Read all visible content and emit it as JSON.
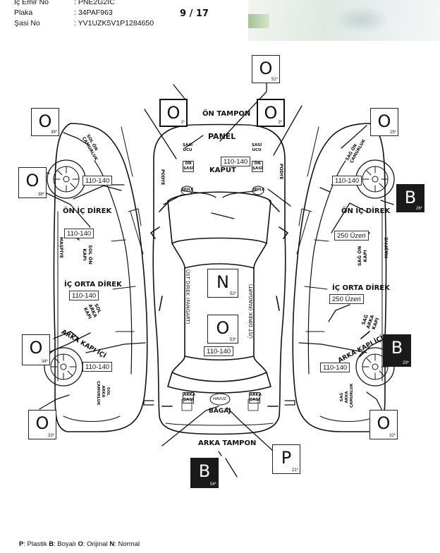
{
  "header": {
    "rows": [
      {
        "label": "İç Emir No",
        "value": ": PNE2G2IC"
      },
      {
        "label": "Plaka",
        "value": ": 34PAF963"
      },
      {
        "label": "Şasi No",
        "value": ": YV1UZK5V1P1284650"
      }
    ],
    "page_number": "9 / 17"
  },
  "panels": [
    {
      "code": "O",
      "num": "51*"
    },
    {
      "code": "O",
      "num": "1*"
    },
    {
      "code": "O",
      "num": "3*"
    },
    {
      "code": "O",
      "num": "39*"
    },
    {
      "code": "O",
      "num": "25*"
    },
    {
      "code": "O",
      "num": "38*"
    },
    {
      "code": "B",
      "num": "26*"
    },
    {
      "code": "N",
      "num": "52*"
    },
    {
      "code": "O",
      "num": "53*"
    },
    {
      "code": "O",
      "num": "34*"
    },
    {
      "code": "B",
      "num": "29*"
    },
    {
      "code": "O",
      "num": "33*"
    },
    {
      "code": "O",
      "num": "32*"
    },
    {
      "code": "P",
      "num": "21*"
    },
    {
      "code": "B",
      "num": "54*"
    }
  ],
  "values": {
    "kaput": "110-140",
    "sol_on_camurluk": "110-140",
    "sol_on_kapi": "110-140",
    "sol_arka_kapi": "110-140",
    "sol_arka_camurluk": "110-140",
    "tavan": "110-140",
    "sag_on_camurluk": "110-140",
    "sag_on_kapi": "250 Üzeri",
    "sag_arka_kapi": "250 Üzeri",
    "sag_arka_camurluk": "110-140"
  },
  "labels": {
    "on_tampon": "ÖN TAMPON",
    "panel": "PANEL",
    "kaput": "KAPUT",
    "sasi_ucu_l": "ŞASİ UCU",
    "sasi_ucu_r": "ŞASİ UCU",
    "on_sasi_l": "ÖN ŞASİ",
    "on_sasi_r": "ÖN ŞASİ",
    "podye_l": "PODYE",
    "podye_r": "PODYE",
    "hule_l": "HULE",
    "hule_r": "HULE",
    "ust_direk_l": "ÜST DİREK (FANGART)",
    "ust_direk_r": "ÜST DİREK (FANGART)",
    "havuz": "HAVUZ",
    "bagaj": "BAGAJ",
    "arka_sasi_l": "ARKA ŞASİ",
    "arka_sasi_r": "ARKA ŞASİ",
    "arka_tampon": "ARKA TAMPON",
    "sol_on_camurluk": "SOL ÖN ÇAMURLUK",
    "sol_on_ic_direk": "ÖN İÇ DİREK",
    "sol_maspiye": "MAŞPİYE",
    "sol_on_kapi": "SOL ÖN KAPI",
    "sol_ic_orta_direk": "İÇ ORTA DİREK",
    "sol_arka_kapi": "SOL ARKA KAPI",
    "sol_arka_kapi_ic": "ARKA KAPI İÇİ",
    "sol_arka_camurluk": "SOL ARKA ÇAMURLUK",
    "sag_on_camurluk": "SAĞ ÖN ÇAMURLUK",
    "sag_on_ic_direk": "ÖN İÇ DİREK",
    "sag_maspiye": "MAŞPİYE",
    "sag_on_kapi": "SAĞ ÖN KAPI",
    "sag_ic_orta_direk": "İÇ ORTA DİREK",
    "sag_arka_kapi": "SAĞ ARKA KAPI",
    "sag_arka_kapi_ic": "ARKA KAPI İÇİ",
    "sag_arka_camurluk": "SAĞ ARKA ÇAMURLUK"
  },
  "legend": {
    "p_key": "P",
    "p_text": ": Plastik ",
    "b_key": "B",
    "b_text": ": Boyalı ",
    "o_key": "O",
    "o_text": ": Orijinal ",
    "n_key": "N",
    "n_text": ": Normal"
  },
  "colors": {
    "painted_box": "#1a1a1a",
    "line": "#111111"
  }
}
